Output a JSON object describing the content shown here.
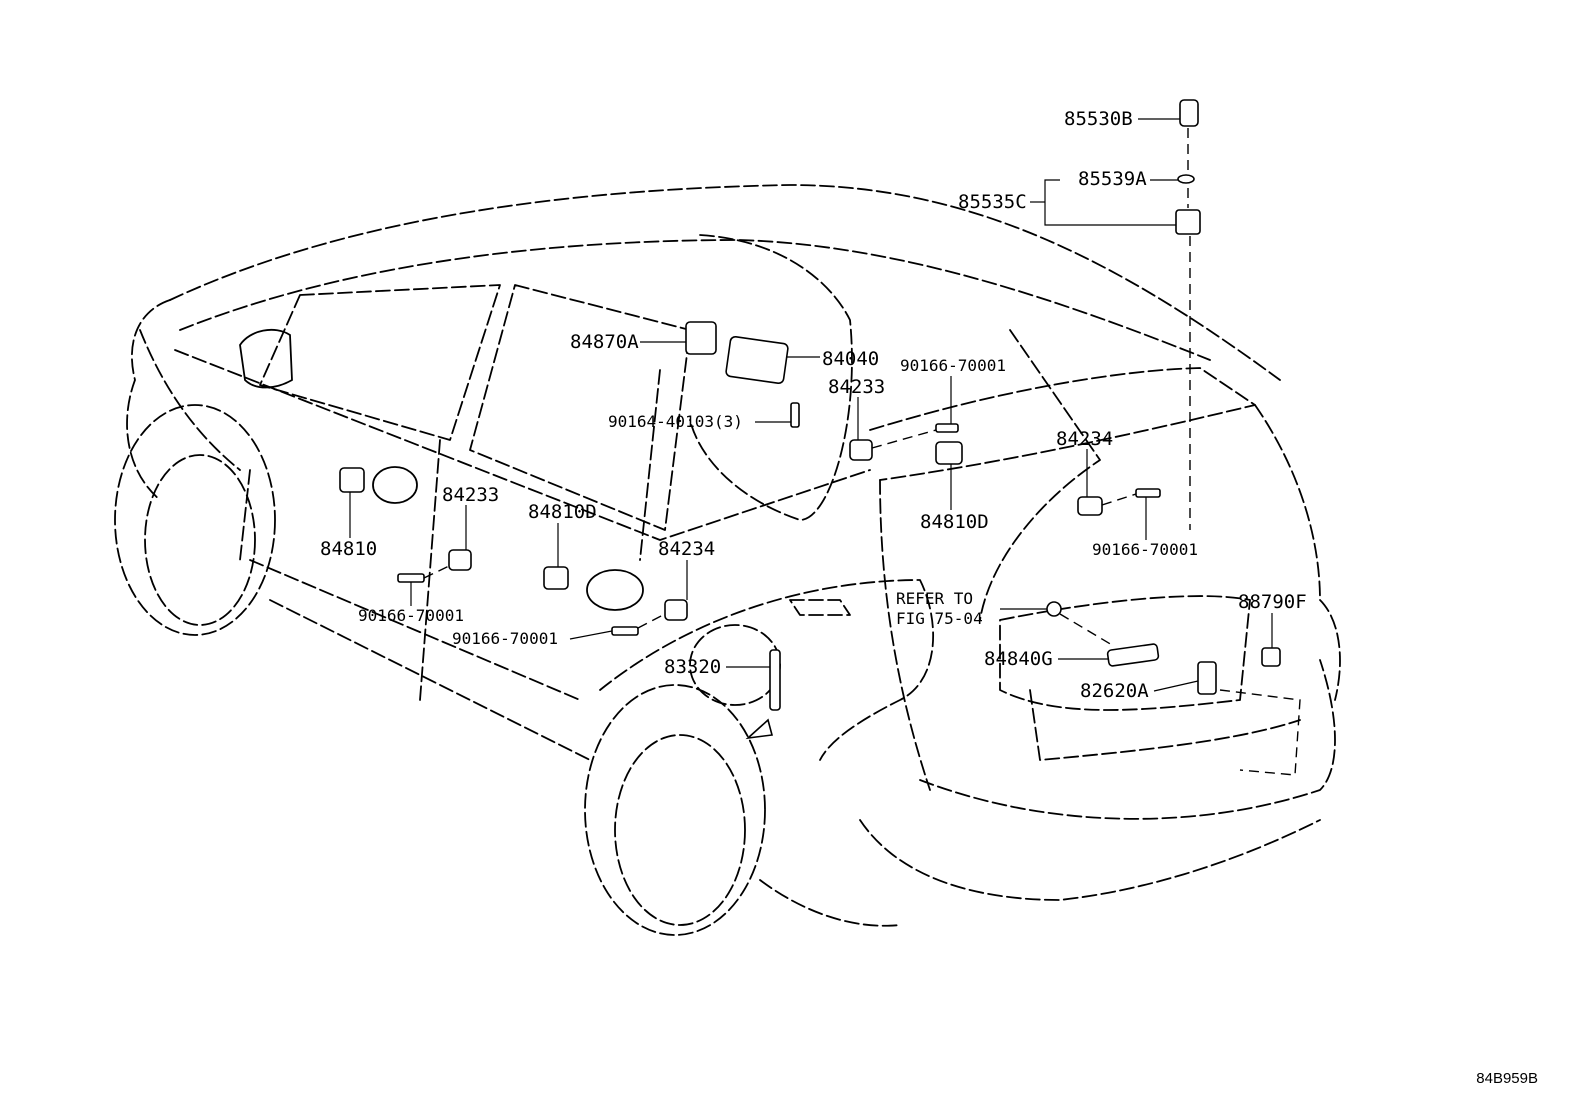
{
  "diagram_id": "84B959B",
  "callouts": {
    "p85530B": "85530B",
    "p85539A": "85539A",
    "p85535C": "85535C",
    "p84870A": "84870A",
    "p84040": "84040",
    "p90166_top": "90166-70001",
    "p84233_top": "84233",
    "p90164": "90164-40103(3)",
    "p84234_right": "84234",
    "p84810D_right": "84810D",
    "p90166_right": "90166-70001",
    "p84810": "84810",
    "p84233_left": "84233",
    "p84810D_left": "84810D",
    "p84234_mid": "84234",
    "p90166_left": "90166-70001",
    "p90166_mid": "90166-70001",
    "p83320": "83320",
    "refer_to": "REFER TO",
    "refer_fig": "FIG 75-04",
    "p88790F": "88790F",
    "p84840G": "84840G",
    "p82620A": "82620A"
  }
}
